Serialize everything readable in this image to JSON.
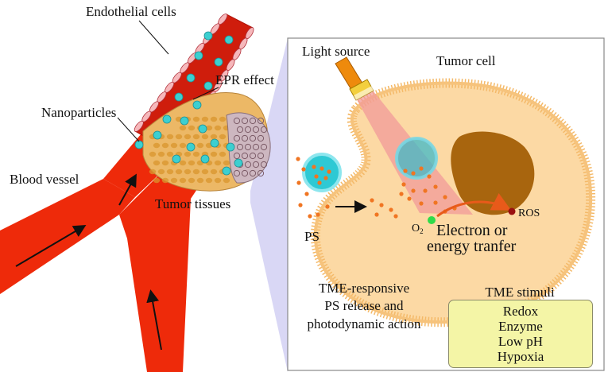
{
  "labels": {
    "endothelial_cells": "Endothelial cells",
    "epr_effect": "EPR effect",
    "nanoparticles": "Nanoparticles",
    "blood_vessel": "Blood vessel",
    "tumor_tissues": "Tumor tissues",
    "light_source": "Light source",
    "tumor_cell": "Tumor cell",
    "ps": "PS",
    "o2": "O",
    "o2_sub": "2",
    "ros": "ROS",
    "transfer_line1": "Electron or",
    "transfer_line2": "energy tranfer",
    "tme_line1": "TME-responsive",
    "tme_line2": "PS release and",
    "tme_line3": "photodynamic action",
    "stimuli_title": "TME stimuli"
  },
  "stimuli": [
    "Redox",
    "Enzyme",
    "Low pH",
    "Hypoxia"
  ],
  "colors": {
    "vessel": "#ee2a0a",
    "vessel_dark": "#c41a08",
    "endothelial": "#f6b8bb",
    "nanoparticle": "#3ccfd0",
    "tumor_tissue": "#f0c26a",
    "tumor_cell_fill": "#fcd9a4",
    "tumor_cell_edge": "#f4b968",
    "nucleus": "#a8650e",
    "ps_dot": "#f07522",
    "light_beam": "#f4a0a0",
    "ros_dot": "#9a1010",
    "stimuli_box": "#f4f5a6",
    "zoom_panel": "#c8c8ee"
  }
}
